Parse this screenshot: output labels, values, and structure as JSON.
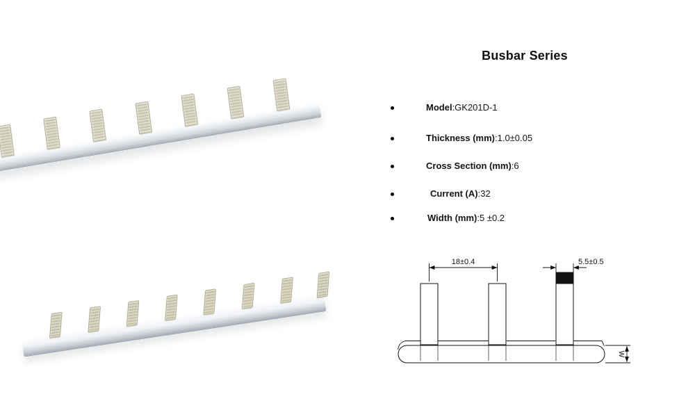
{
  "title": "Busbar Series",
  "specs": [
    {
      "label": "Model",
      "value": ":GK201D-1"
    },
    {
      "label": "Thickness (mm)",
      "value": ":1.0±0.05"
    },
    {
      "label": "Cross Section (mm)",
      "value": ":6"
    },
    {
      "label": "Current (A)",
      "value": ":32"
    },
    {
      "label": "Width (mm)",
      "value": ":5 ±0.2"
    }
  ],
  "diagram": {
    "pitch_dim": "18±0.4",
    "pin_width_dim": "5.5±0.5",
    "width_dim": "W"
  }
}
